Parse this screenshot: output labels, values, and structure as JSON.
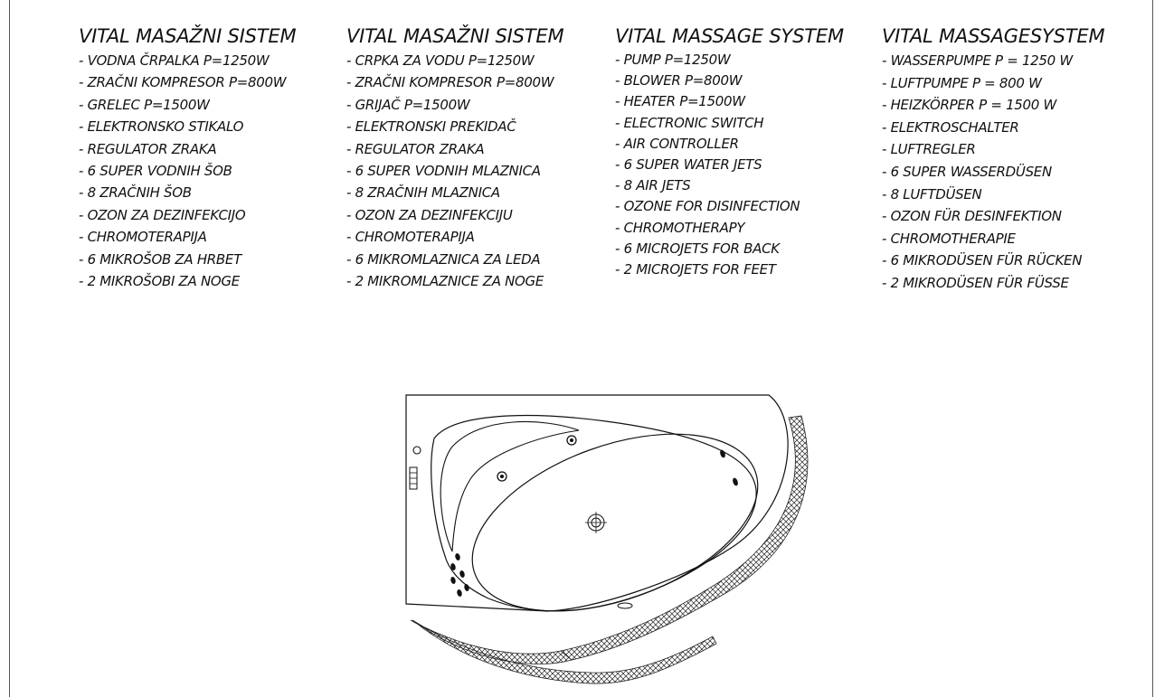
{
  "columns": [
    {
      "title": "VITAL MASAŽNI SISTEM",
      "items": [
        "- VODNA ČRPALKA P=1250W",
        "- ZRAČNI KOMPRESOR P=800W",
        "- GRELEC P=1500W",
        "- ELEKTRONSKO STIKALO",
        "- REGULATOR ZRAKA",
        "- 6 SUPER VODNIH ŠOB",
        "- 8 ZRAČNIH ŠOB",
        "- OZON ZA DEZINFEKCIJO",
        "- CHROMOTERAPIJA",
        "- 6 MIKROŠOB ZA HRBET",
        "- 2 MIKROŠOBI ZA NOGE"
      ]
    },
    {
      "title": "VITAL MASAŽNI SISTEM",
      "items": [
        "- CRPKA ZA VODU P=1250W",
        "- ZRAČNI KOMPRESOR P=800W",
        "- GRIJAČ P=1500W",
        "- ELEKTRONSKI PREKIDAČ",
        "- REGULATOR ZRAKA",
        "- 6 SUPER VODNIH MLAZNICA",
        "- 8 ZRAČNIH MLAZNICA",
        "- OZON ZA DEZINFEKCIJU",
        "- CHROMOTERAPIJA",
        "- 6 MIKROMLAZNICA ZA LEDA",
        "- 2 MIKROMLAZNICE ZA NOGE"
      ]
    },
    {
      "title": "VITAL MASSAGE SYSTEM",
      "items": [
        "- PUMP P=1250W",
        "- BLOWER P=800W",
        "- HEATER P=1500W",
        "- ELECTRONIC SWITCH",
        "- AIR CONTROLLER",
        "- 6 SUPER WATER JETS",
        "- 8 AIR JETS",
        "- OZONE FOR DISINFECTION",
        "- CHROMOTHERAPY",
        "- 6 MICROJETS FOR BACK",
        "- 2 MICROJETS FOR FEET"
      ]
    },
    {
      "title": "VITAL MASSAGESYSTEM",
      "items": [
        "- WASSERPUMPE P = 1250 W",
        "- LUFTPUMPE P = 800 W",
        "- HEIZKÖRPER P = 1500 W",
        "- ELEKTROSCHALTER",
        "- LUFTREGLER",
        "- 6 SUPER WASSERDÜSEN",
        "- 8 LUFTDÜSEN",
        "- OZON FÜR DESINFEKTION",
        "- CHROMOTHERAPIE",
        "- 6 MIKRODÜSEN FÜR RÜCKEN",
        "- 2 MIKRODÜSEN FÜR FÜSSE"
      ]
    }
  ],
  "colors": {
    "ink": "#111111",
    "frame": "#555555",
    "background": "#ffffff"
  }
}
